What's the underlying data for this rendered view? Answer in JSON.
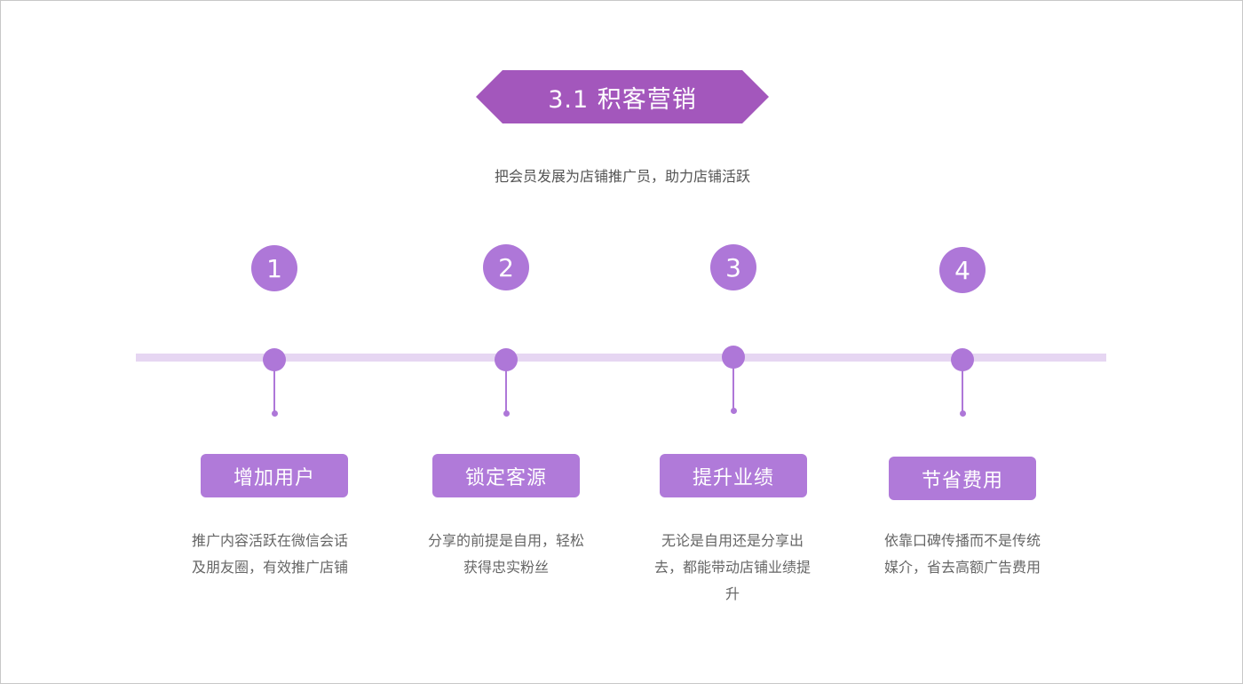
{
  "title": "3.1 积客营销",
  "subtitle": "把会员发展为店铺推广员，助力店铺活跃",
  "colors": {
    "accent": "#ae77d8",
    "banner": "#a357bc",
    "track": "#e6d6f2",
    "text": "#666666"
  },
  "steps": [
    {
      "number": "1",
      "label": "增加用户",
      "description": "推广内容活跃在微信会话及朋友圈，有效推广店铺"
    },
    {
      "number": "2",
      "label": "锁定客源",
      "description": "分享的前提是自用，轻松获得忠实粉丝"
    },
    {
      "number": "3",
      "label": "提升业绩",
      "description": "无论是自用还是分享出去，都能带动店铺业绩提升"
    },
    {
      "number": "4",
      "label": "节省费用",
      "description": "依靠口碑传播而不是传统媒介，省去高额广告费用"
    }
  ]
}
